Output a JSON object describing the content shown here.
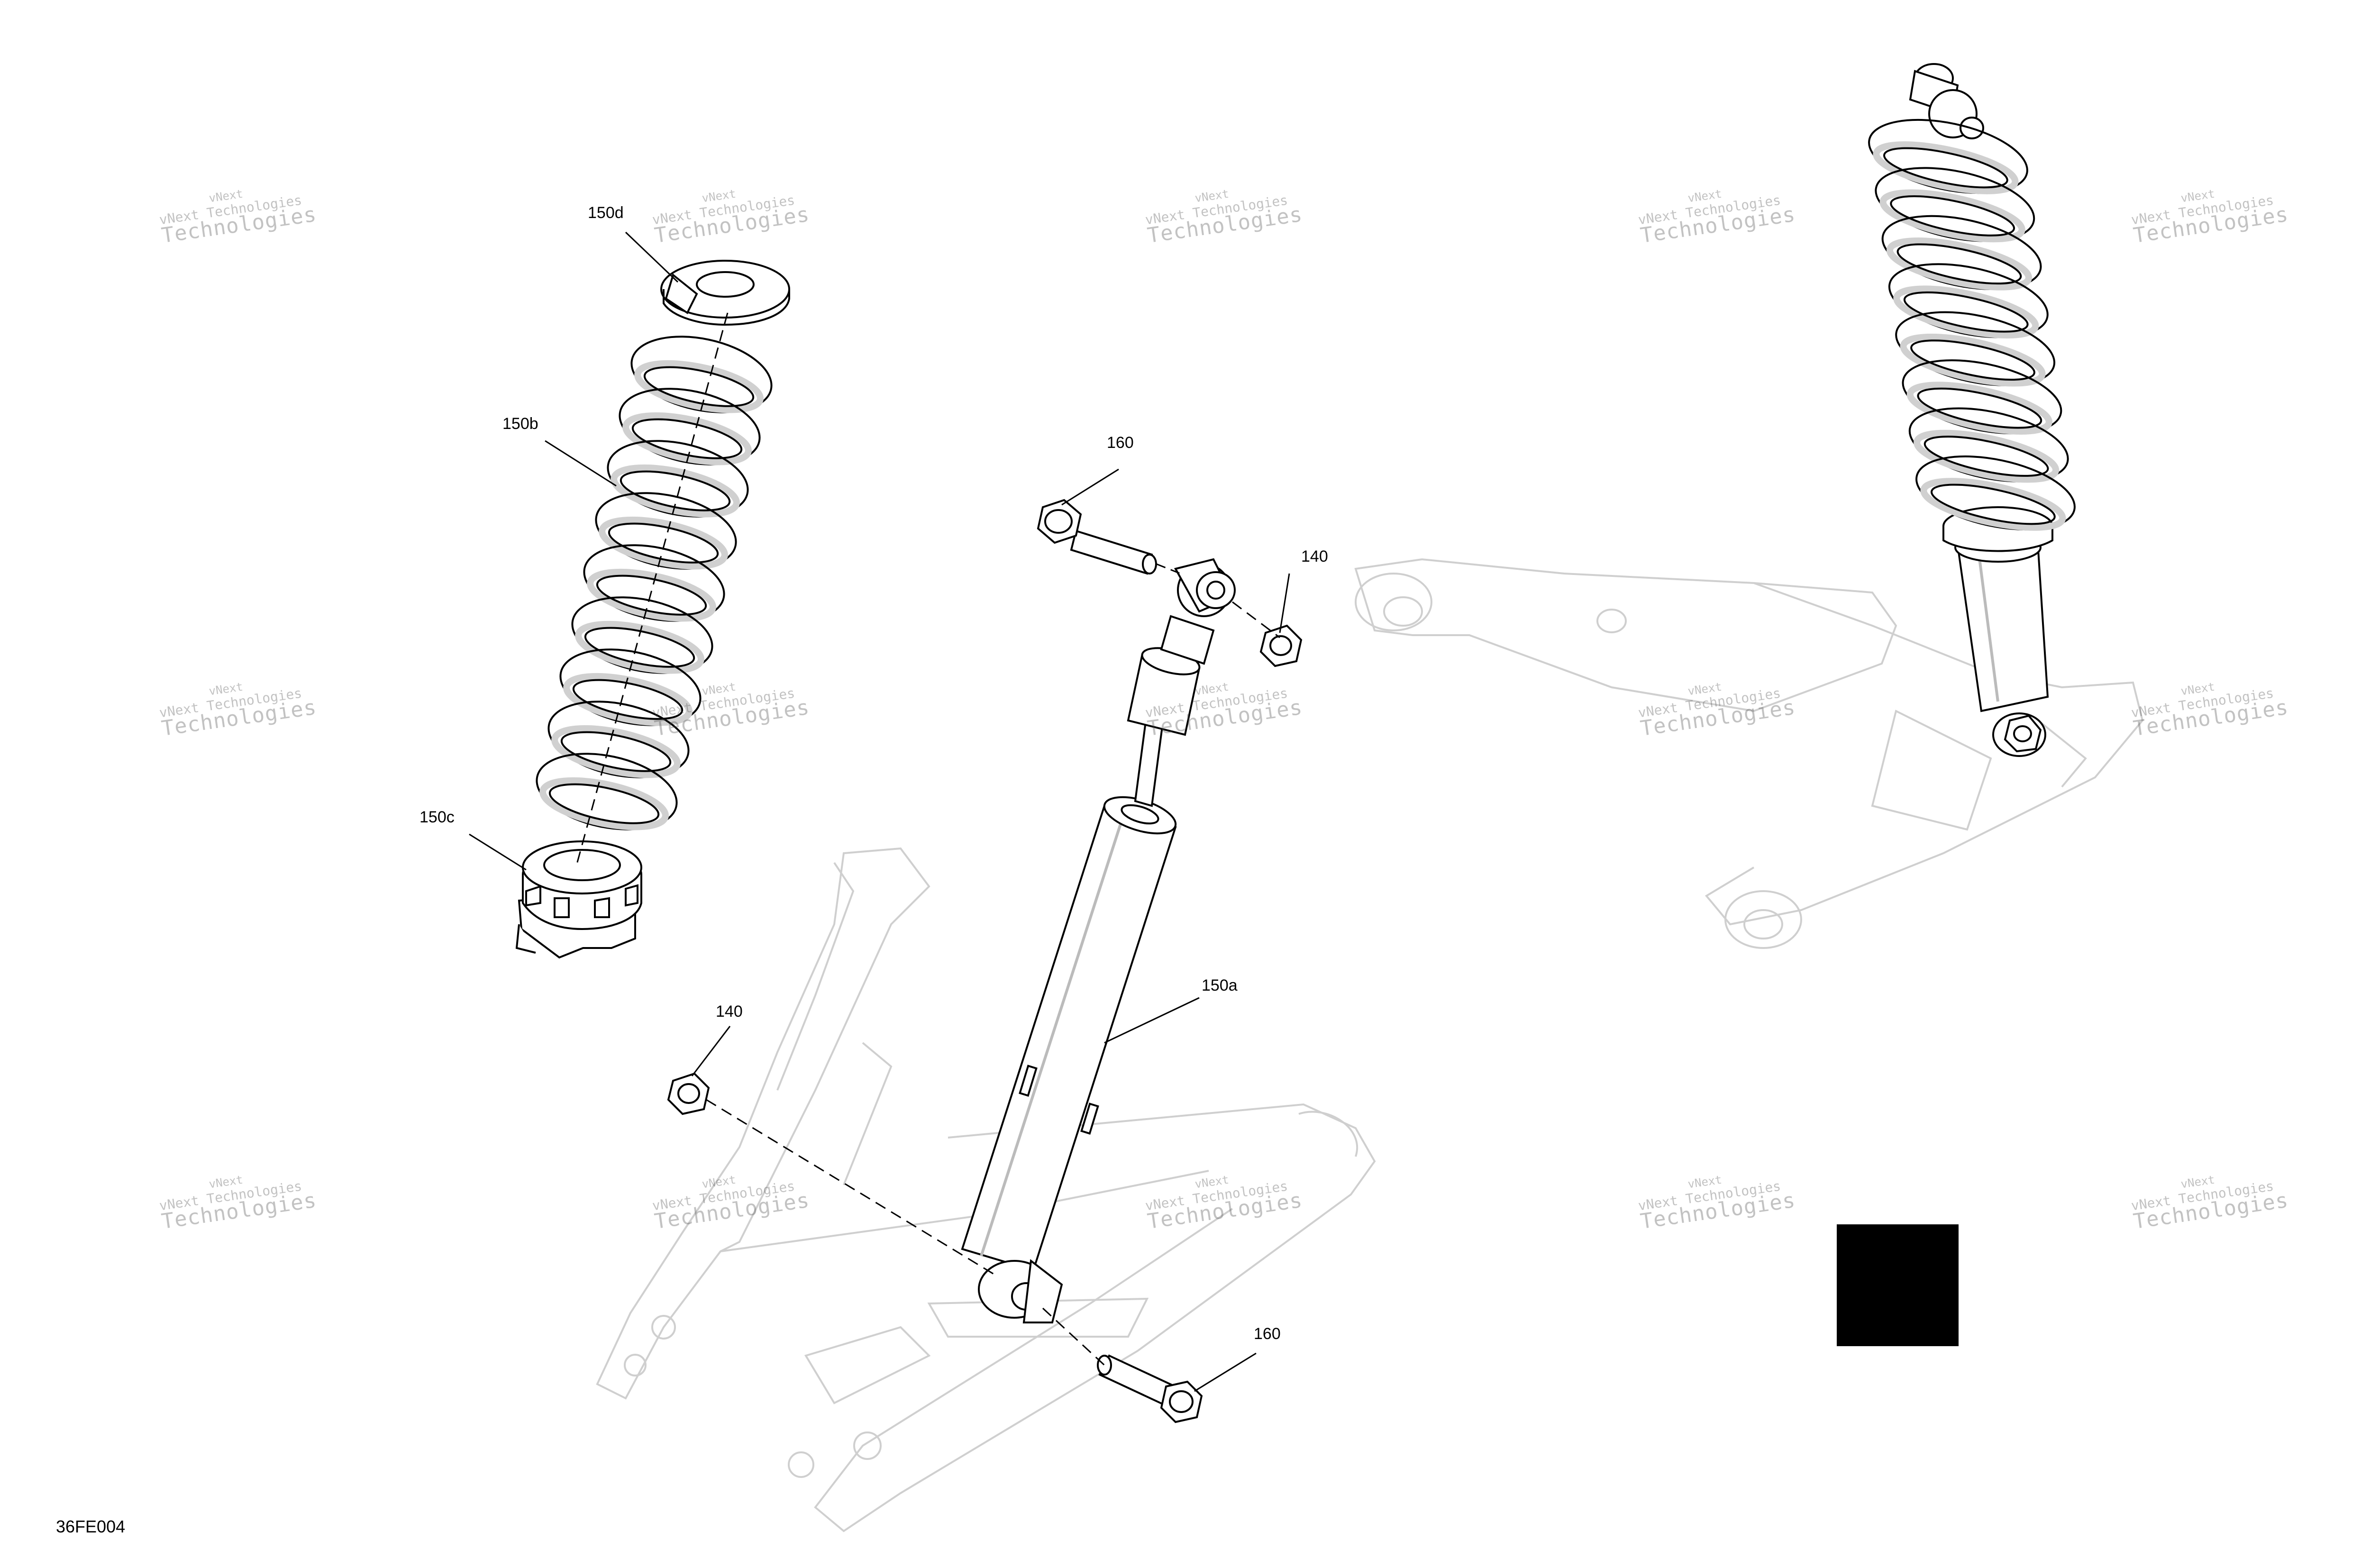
{
  "callouts": {
    "c150d": "150d",
    "c150b": "150b",
    "c150c": "150c",
    "c160_top": "160",
    "c140_right": "140",
    "c150a": "150a",
    "c140_left": "140",
    "c160_bottom": "160"
  },
  "drawing_code": "36FE004",
  "watermark": {
    "small": "vNext",
    "line": "vNext Technologies",
    "big": "Technologies"
  },
  "colors": {
    "line": "#000000",
    "faded": "#c8c8c8",
    "square": "#000000"
  }
}
